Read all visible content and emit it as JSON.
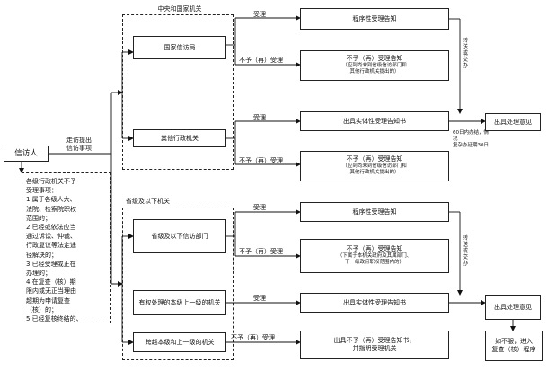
{
  "petitioner": "信访人",
  "submit_label": [
    "走访提出",
    "信访事项"
  ],
  "central_group": "中央和国家机关",
  "provincial_group": "省级及以下机关",
  "national_bureau": "国家信访局",
  "other_admin": "其他行政机关",
  "provincial_office": "省级及以下信访部门",
  "authorized_superior": "有权处理的本级上一级的机关",
  "cross_level": "跨越本级和上一级的机关",
  "accept": "受理",
  "not_accept": "不予（再）受理",
  "procedural_notice": "程序性受理告知",
  "not_accept_notice_central": [
    "不予（再）受理告知",
    "（应到尚未到省级信访部门和",
    "其他行政机关提出的）"
  ],
  "substantive_notice": "出具实体性受理告知书",
  "not_accept_notice_other": [
    "不予（再）受理告知",
    "（应到尚未到省级信访部门和",
    "其他行政机关提出的）"
  ],
  "not_accept_notice_provincial": [
    "不予（再）受理告知",
    "（下属于本机关政府及其属部门、",
    "下一级政府职权范围内的）"
  ],
  "substantive_notice_2": "出具实体性受理告知书",
  "not_accept_notice_cross": [
    "出具不予（再）受理告知书，",
    "并指明受理机关"
  ],
  "transfer": "转送或交办",
  "sixty_days": [
    "60日内办结，情况",
    "复杂办延期30日"
  ],
  "opinion_1": "出具处理意见",
  "opinion_2": "出具处理意见",
  "appeal": [
    "如不服，进入",
    "复查（核）程序"
  ],
  "reasons": [
    "各级行政机关不予",
    "受理事项：",
    "1.属于各级人大、",
    "法院、检察院职权",
    "范围的；",
    "2.已经或依法应当",
    "通过诉讼、仲裁、",
    "行政复议等法定途",
    "径解决的；",
    "3.已经受理或正在",
    "办理的；",
    "4.在复查（核）期",
    "限内或无正当理由",
    "超期为申请复查",
    "（核）的；",
    "5.已经复核终结的、"
  ]
}
